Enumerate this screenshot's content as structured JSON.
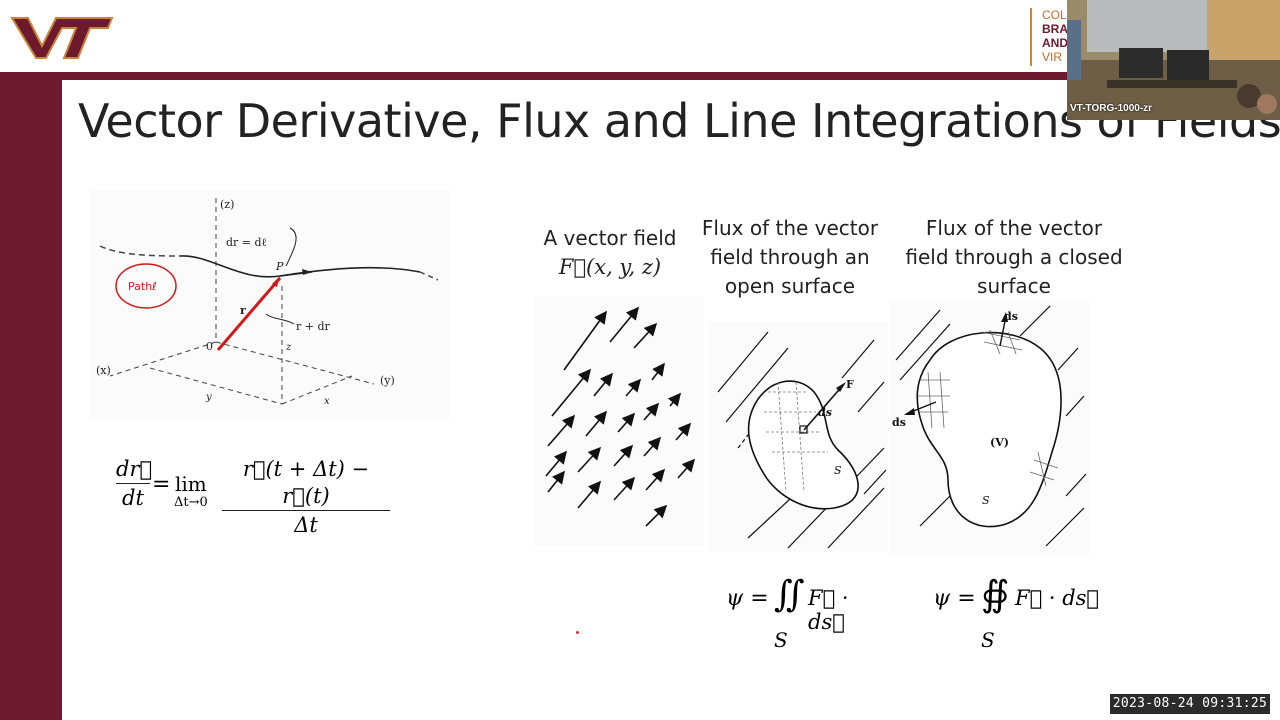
{
  "slide": {
    "title": "Vector Derivative, Flux and Line Integrations of Fields"
  },
  "header": {
    "logo_text": "VT",
    "college_logo_lines": [
      "COLL",
      "BRA",
      "AND",
      "VIR"
    ]
  },
  "figure1": {
    "labels": {
      "z_axis": "(z)",
      "x_axis": "(x)",
      "y_axis": "(y)",
      "dr_eq": "dr = dℓ",
      "point_p": "P",
      "r": "r",
      "r_plus_dr": "r + dr",
      "origin": "0",
      "z": "z",
      "y": "y",
      "x": "x",
      "handwritten": "Pathℓ"
    },
    "equation": {
      "lhs_num": "dr⃗",
      "lhs_den": "dt",
      "equals": "=",
      "lim": "lim",
      "lim_sub": "Δt→0",
      "rhs_num": "r⃗(t + Δt) − r⃗(t)",
      "rhs_den": "Δt"
    }
  },
  "figure2": {
    "caption_line1": "A vector field",
    "caption_line2": "F⃗(x, y, z)"
  },
  "figure3": {
    "caption": [
      "Flux of the vector",
      "field through an",
      "open surface"
    ],
    "labels": {
      "F": "F",
      "ds": "ds",
      "S": "S"
    },
    "equation": {
      "psi": "ψ =",
      "integral": "∬",
      "sub": "S",
      "body": "F⃗ · ds⃗"
    }
  },
  "figure4": {
    "caption": [
      "Flux of the vector",
      "field through a closed",
      "surface"
    ],
    "labels": {
      "ds_top": "ds",
      "ds_left": "ds",
      "V": "(V)",
      "S": "S"
    },
    "equation": {
      "psi": "ψ =",
      "integral": "∯",
      "sub": "S",
      "body": "F⃗ · ds⃗"
    }
  },
  "webcam": {
    "label": "VT-TORG-1000-zr"
  },
  "timestamp": "2023-08-24 09:31:25",
  "colors": {
    "maroon": "#6e1a2e",
    "orange": "#c36a2d",
    "red_vector": "#d01a1a"
  }
}
